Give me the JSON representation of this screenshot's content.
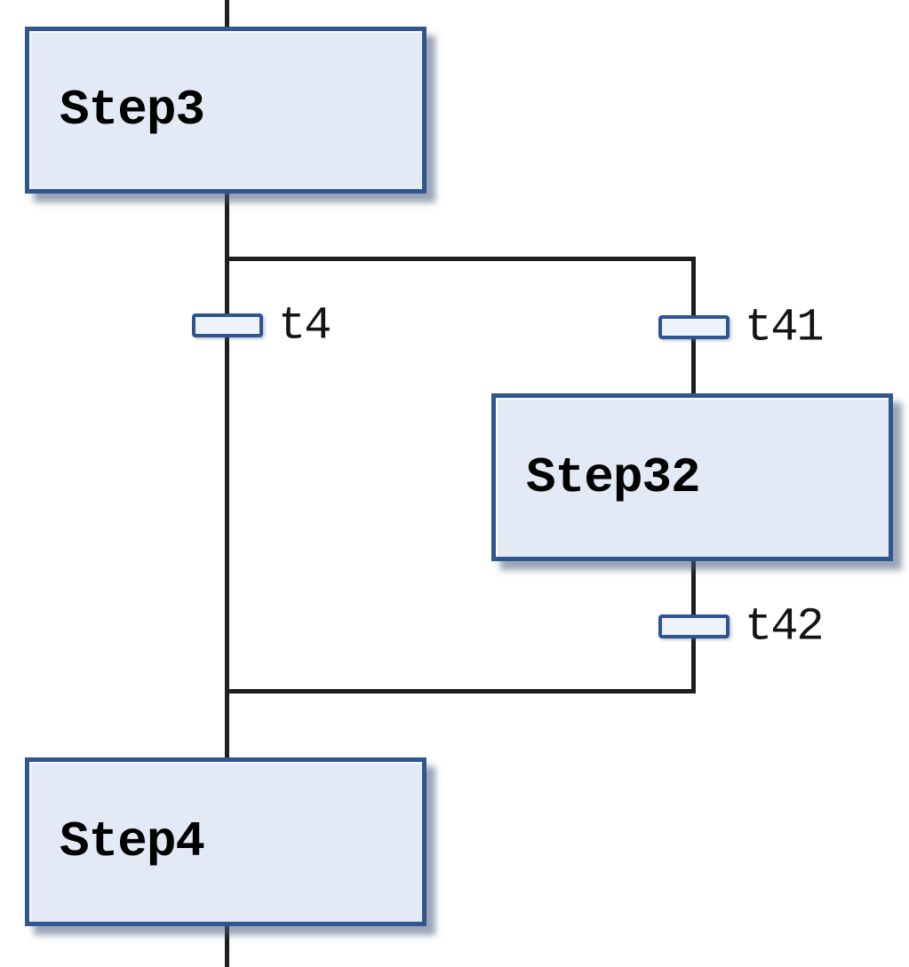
{
  "diagram": {
    "kind": "sequential-function-chart",
    "steps": [
      {
        "id": "step3",
        "label": "Step3"
      },
      {
        "id": "step32",
        "label": "Step32"
      },
      {
        "id": "step4",
        "label": "Step4"
      }
    ],
    "transitions": [
      {
        "id": "t4",
        "label": "t4"
      },
      {
        "id": "t41",
        "label": "t41"
      },
      {
        "id": "t42",
        "label": "t42"
      }
    ],
    "colors": {
      "step_fill": "#e4eaf5",
      "step_border": "#31568f",
      "transition_fill": "#eef3fb",
      "transition_border": "#2e5492",
      "line": "#1f1f1f",
      "background": "#ffffff",
      "label_text": "#000000"
    }
  }
}
